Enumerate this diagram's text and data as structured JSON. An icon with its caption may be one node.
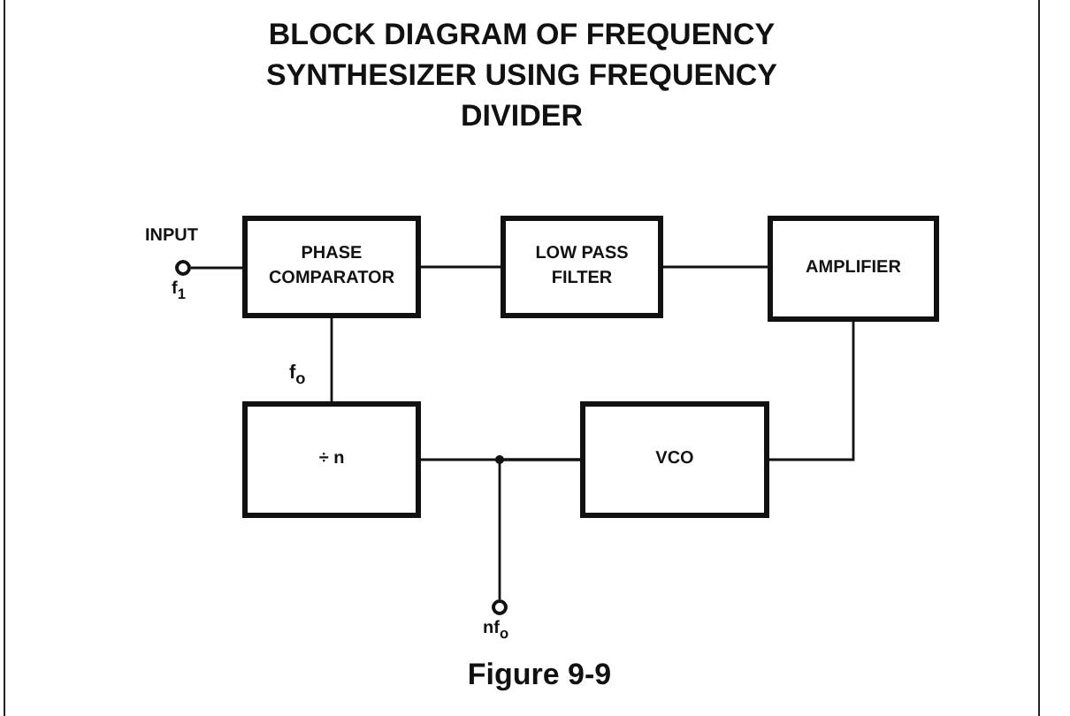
{
  "diagram": {
    "title": "BLOCK DIAGRAM OF FREQUENCY SYNTHESIZER USING FREQUENCY DIVIDER",
    "caption": "Figure 9-9",
    "nodes": [
      {
        "text": [],
        "shape": "circle",
        "beside": [
          "INPUT",
          "f$_{1}$"
        ]
      },
      {
        "text": [
          "PHASE COMPARATOR"
        ]
      },
      {
        "text": [
          "LOW PASS FILTER"
        ]
      },
      {
        "text": [
          "AMPLIFIER"
        ]
      },
      {
        "text": [
          "÷ n"
        ]
      },
      {
        "text": [
          "VCO"
        ]
      },
      {
        "text": [],
        "shape": "circle",
        "beside": [
          "nf$_{o}$"
        ]
      }
    ],
    "edges": [
      {
        "from": 0,
        "to": 1,
        "arrow": "none"
      },
      {
        "from": 1,
        "to": 2,
        "arrow": "none"
      },
      {
        "from": 2,
        "to": 3,
        "arrow": "none"
      },
      {
        "from": 3,
        "to": 5,
        "arrow": "none"
      },
      {
        "from": 4,
        "to": 1,
        "arrow": "none",
        "label": "f$_{o}$"
      },
      {
        "from": 5,
        "to": 4,
        "arrow": "none"
      },
      {
        "from": 5,
        "to": 6,
        "arrow": "none"
      }
    ]
  }
}
